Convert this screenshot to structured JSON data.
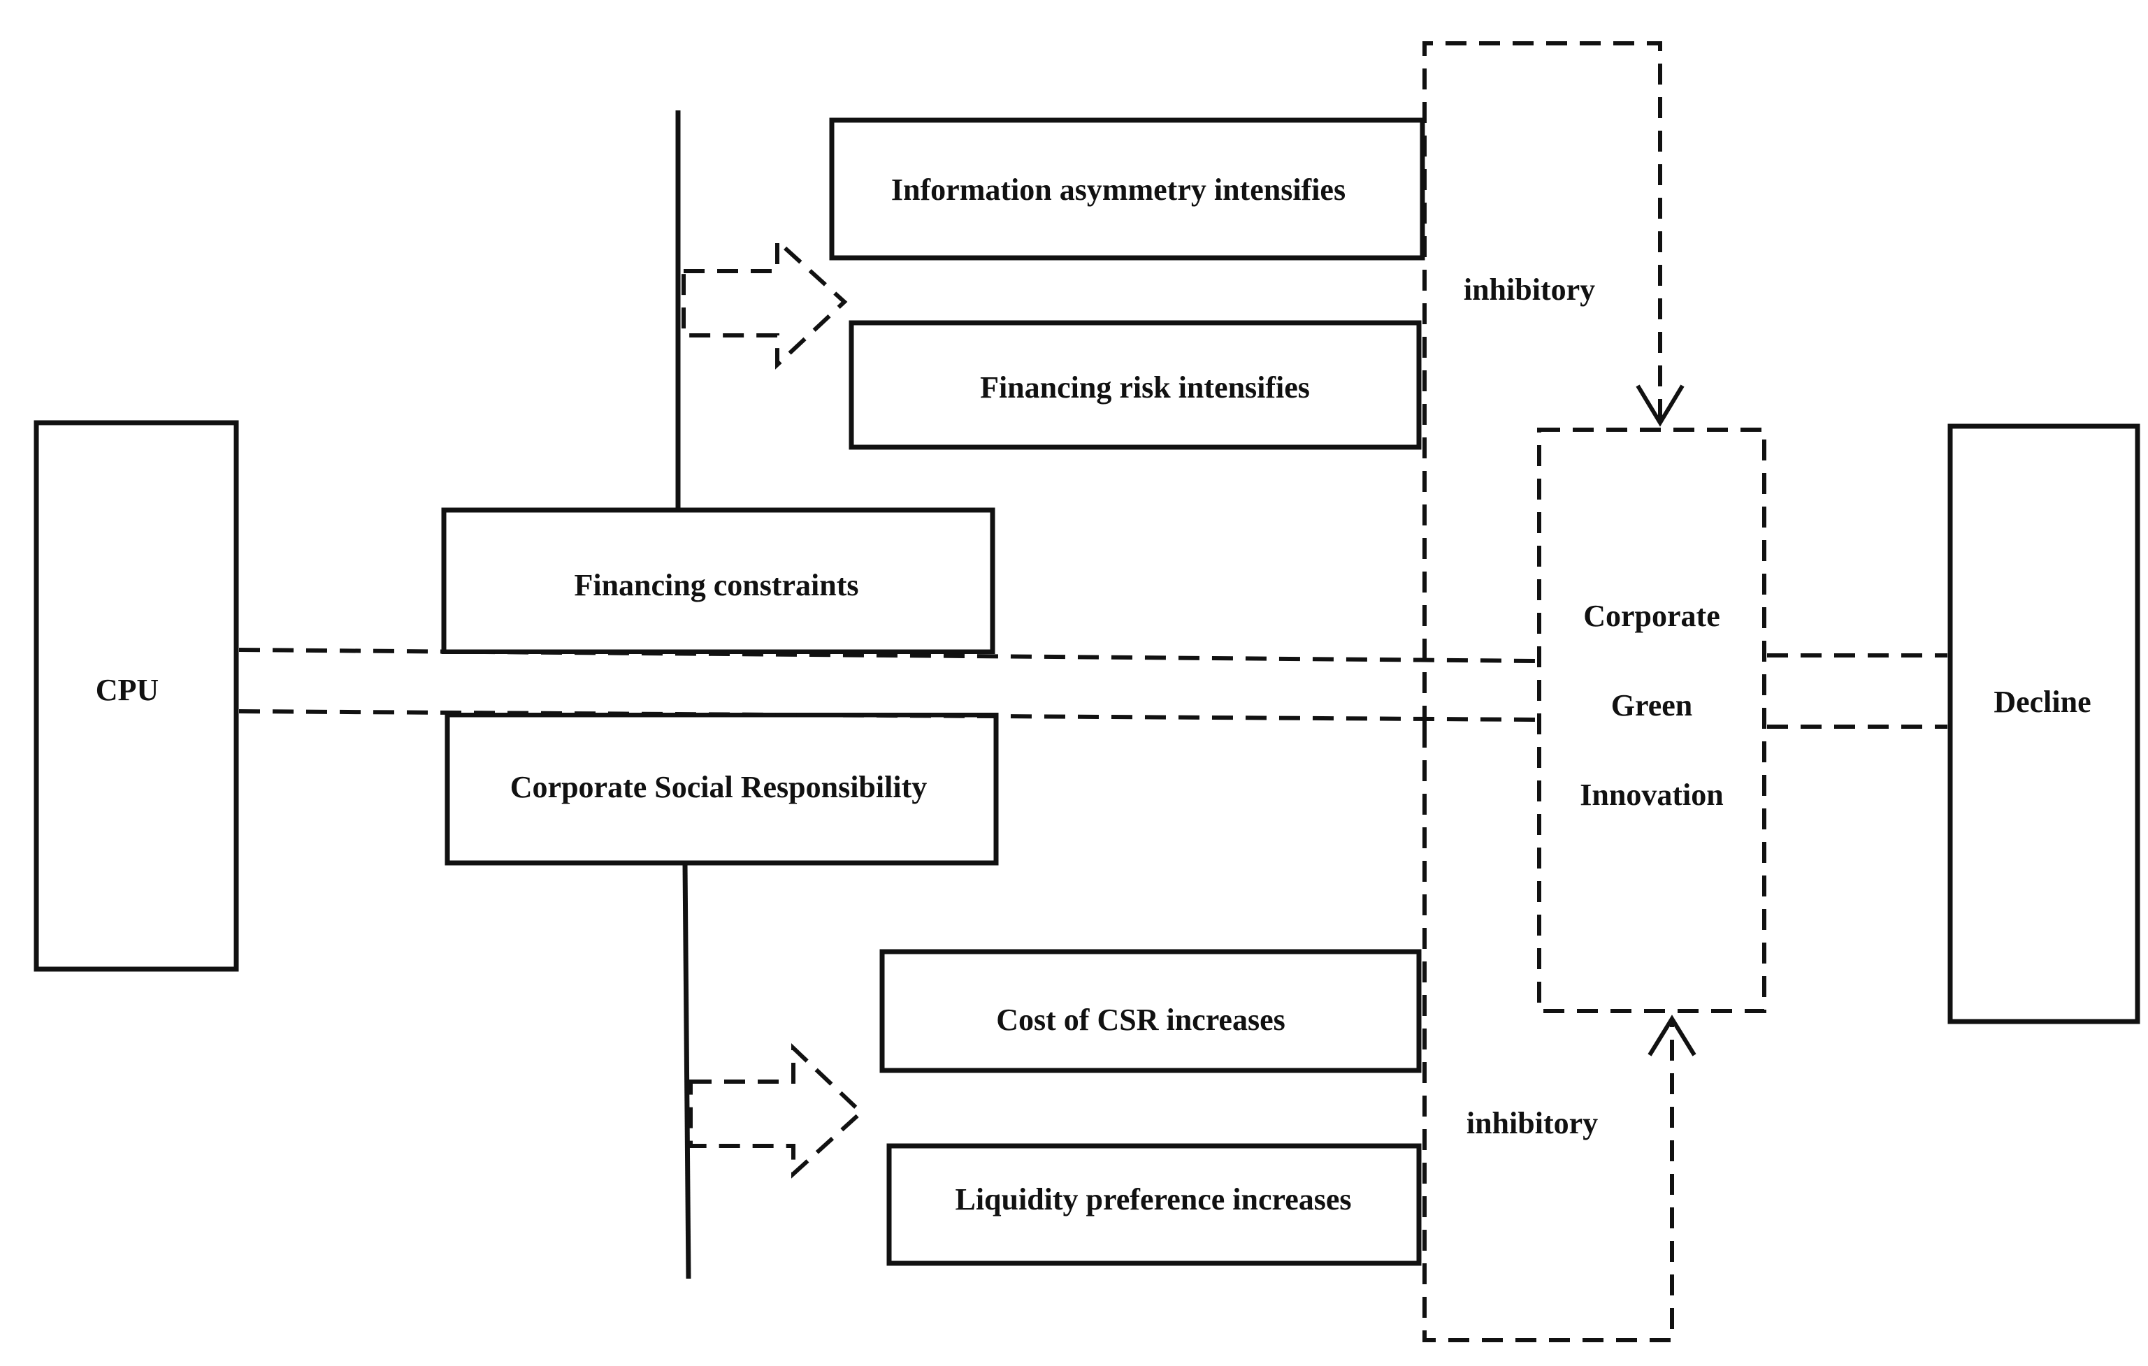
{
  "nodes": {
    "cpu": "CPU",
    "financing_constraints": "Financing constraints",
    "csr": "Corporate Social Responsibility",
    "info_asymmetry": "Information asymmetry intensifies",
    "financing_risk": "Financing risk intensifies",
    "cost_csr": "Cost of CSR increases",
    "liquidity": "Liquidity preference increases",
    "cgi_line1": "Corporate",
    "cgi_line2": "Green",
    "cgi_line3": "Innovation",
    "decline": "Decline"
  },
  "edges": {
    "inhibitory_top": "inhibitory",
    "inhibitory_bottom": "inhibitory"
  },
  "colors": {
    "stroke": "#111111",
    "text": "#111111",
    "background": "#ffffff"
  }
}
